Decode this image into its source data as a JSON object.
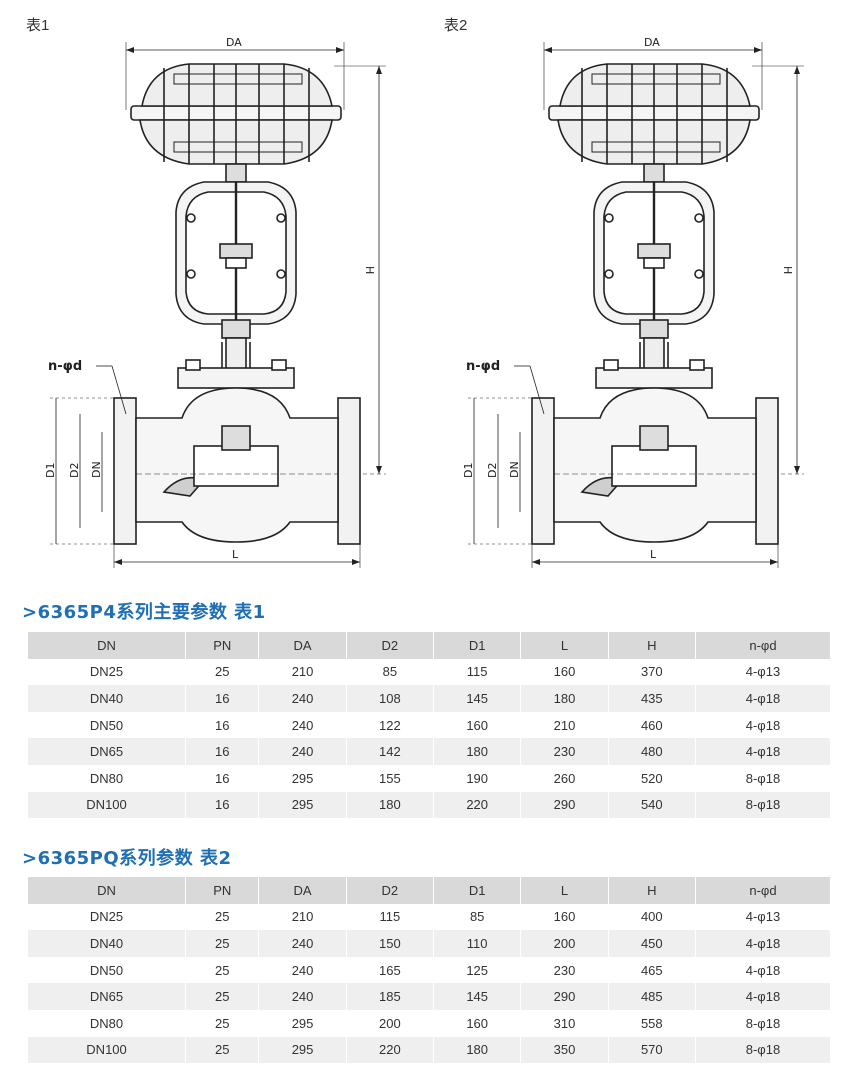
{
  "figures": [
    {
      "label": "表1",
      "dims": {
        "DA": "DA",
        "H": "H",
        "L": "L",
        "D1": "D1",
        "D2": "D2",
        "DN": "DN",
        "bolt": "n-φd"
      }
    },
    {
      "label": "表2",
      "dims": {
        "DA": "DA",
        "H": "H",
        "L": "L",
        "D1": "D1",
        "D2": "D2",
        "DN": "DN",
        "bolt": "n-φd"
      }
    }
  ],
  "tables": [
    {
      "title": ">6365P4系列主要参数  表1",
      "headers": [
        "DN",
        "PN",
        "DA",
        "D2",
        "D1",
        "L",
        "H",
        "n-φd"
      ],
      "rows": [
        [
          "DN25",
          "25",
          "210",
          "85",
          "115",
          "160",
          "370",
          "4-φ13"
        ],
        [
          "DN40",
          "16",
          "240",
          "108",
          "145",
          "180",
          "435",
          "4-φ18"
        ],
        [
          "DN50",
          "16",
          "240",
          "122",
          "160",
          "210",
          "460",
          "4-φ18"
        ],
        [
          "DN65",
          "16",
          "240",
          "142",
          "180",
          "230",
          "480",
          "4-φ18"
        ],
        [
          "DN80",
          "16",
          "295",
          "155",
          "190",
          "260",
          "520",
          "8-φ18"
        ],
        [
          "DN100",
          "16",
          "295",
          "180",
          "220",
          "290",
          "540",
          "8-φ18"
        ]
      ]
    },
    {
      "title": ">6365PQ系列参数  表2",
      "headers": [
        "DN",
        "PN",
        "DA",
        "D2",
        "D1",
        "L",
        "H",
        "n-φd"
      ],
      "rows": [
        [
          "DN25",
          "25",
          "210",
          "115",
          "85",
          "160",
          "400",
          "4-φ13"
        ],
        [
          "DN40",
          "25",
          "240",
          "150",
          "110",
          "200",
          "450",
          "4-φ18"
        ],
        [
          "DN50",
          "25",
          "240",
          "165",
          "125",
          "230",
          "465",
          "4-φ18"
        ],
        [
          "DN65",
          "25",
          "240",
          "185",
          "145",
          "290",
          "485",
          "4-φ18"
        ],
        [
          "DN80",
          "25",
          "295",
          "200",
          "160",
          "310",
          "558",
          "8-φ18"
        ],
        [
          "DN100",
          "25",
          "295",
          "220",
          "180",
          "350",
          "570",
          "8-φ18"
        ]
      ]
    }
  ],
  "colors": {
    "title": "#1f6fb4",
    "header_bg": "#d9d9d9",
    "stripe_bg": "#efefef"
  }
}
